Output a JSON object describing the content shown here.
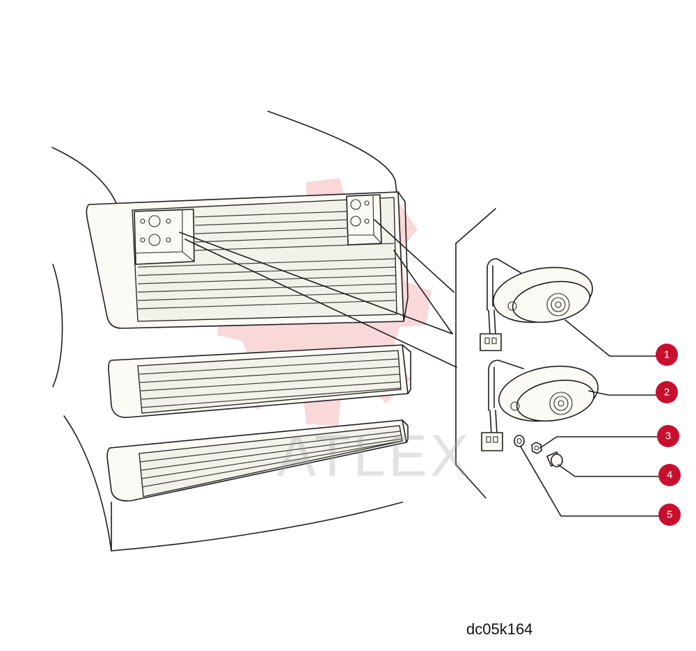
{
  "diagram": {
    "code": "dc05k164",
    "watermark": "ATLEX",
    "callouts": [
      "1",
      "2",
      "3",
      "4",
      "5"
    ],
    "callout_color": "#c8102e",
    "watermark_logo_color": "#f2a9ae"
  }
}
